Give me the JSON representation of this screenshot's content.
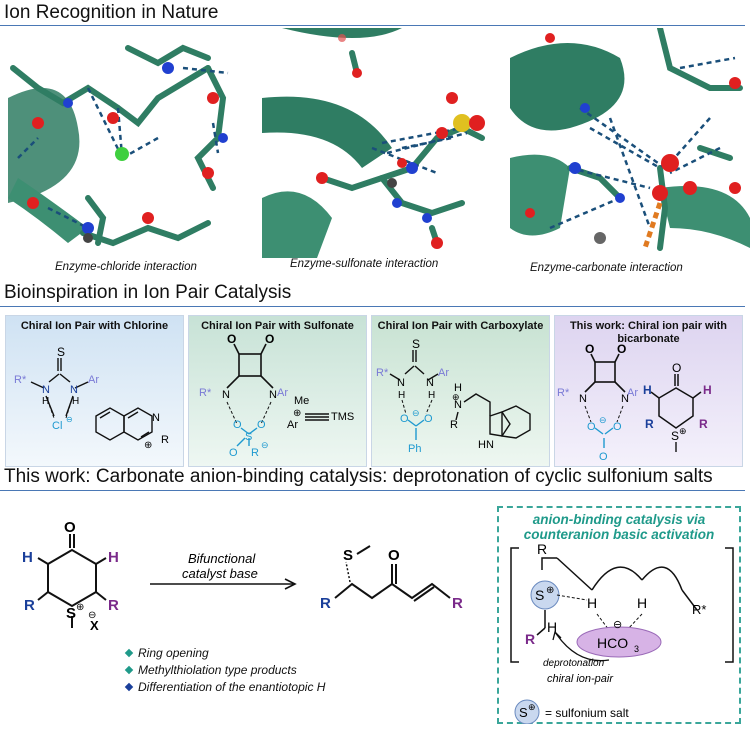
{
  "sections": {
    "nature_title": "Ion Recognition in Nature",
    "bio_title": "Bioinspiration in Ion Pair Catalysis",
    "work_title": "This work: Carbonate anion-binding catalysis: deprotonation of cyclic sulfonium salts"
  },
  "captions": [
    "Enzyme-chloride interaction",
    "Enzyme-sulfonate interaction",
    "Enzyme-carbonate interaction"
  ],
  "panels": [
    {
      "title": "Chiral Ion Pair with Chlorine",
      "bg": "#dce9f6"
    },
    {
      "title": "Chiral Ion Pair with Sulfonate",
      "bg": "#d7ebe3"
    },
    {
      "title": "Chiral Ion Pair with Carboxylate",
      "bg": "#d8e9df"
    },
    {
      "title": "This work: Chiral ion pair with bicarbonate",
      "bg": "#e6e0f3"
    }
  ],
  "labels": {
    "R_star": "R*",
    "Ar": "Ar",
    "S": "S",
    "N": "N",
    "H": "H",
    "O": "O",
    "Cl": "Cl",
    "minus": "⊖",
    "plus": "⊕",
    "TMS": "TMS",
    "Me": "Me",
    "Ph": "Ph",
    "R": "R",
    "HN": "HN",
    "X": "X",
    "HCO3": "HCO",
    "three": "3"
  },
  "reaction": {
    "arrow_label_1": "Bifunctional",
    "arrow_label_2": "catalyst base"
  },
  "bullets": [
    {
      "text": "Ring opening",
      "color": "#1f9a8a"
    },
    {
      "text": "Methylthiolation type products",
      "color": "#1f9a8a"
    },
    {
      "text": "Differentiation of the enantiotopic H",
      "color": "#1a3f9a"
    }
  ],
  "dash_box": {
    "title_1": "anion-binding catalysis via",
    "title_2": "counteranion basic activation",
    "deprotonation": "deprotonation",
    "ion_pair": "chiral ion-pair",
    "legend": "= sulfonium salt"
  },
  "colors": {
    "protein": "#2f7d63",
    "blue": "#1a3f9a",
    "purple": "#7a2a8a",
    "cyan": "#1f9ad0",
    "lavender": "#7a7ad6",
    "rule": "#4a78b5"
  }
}
